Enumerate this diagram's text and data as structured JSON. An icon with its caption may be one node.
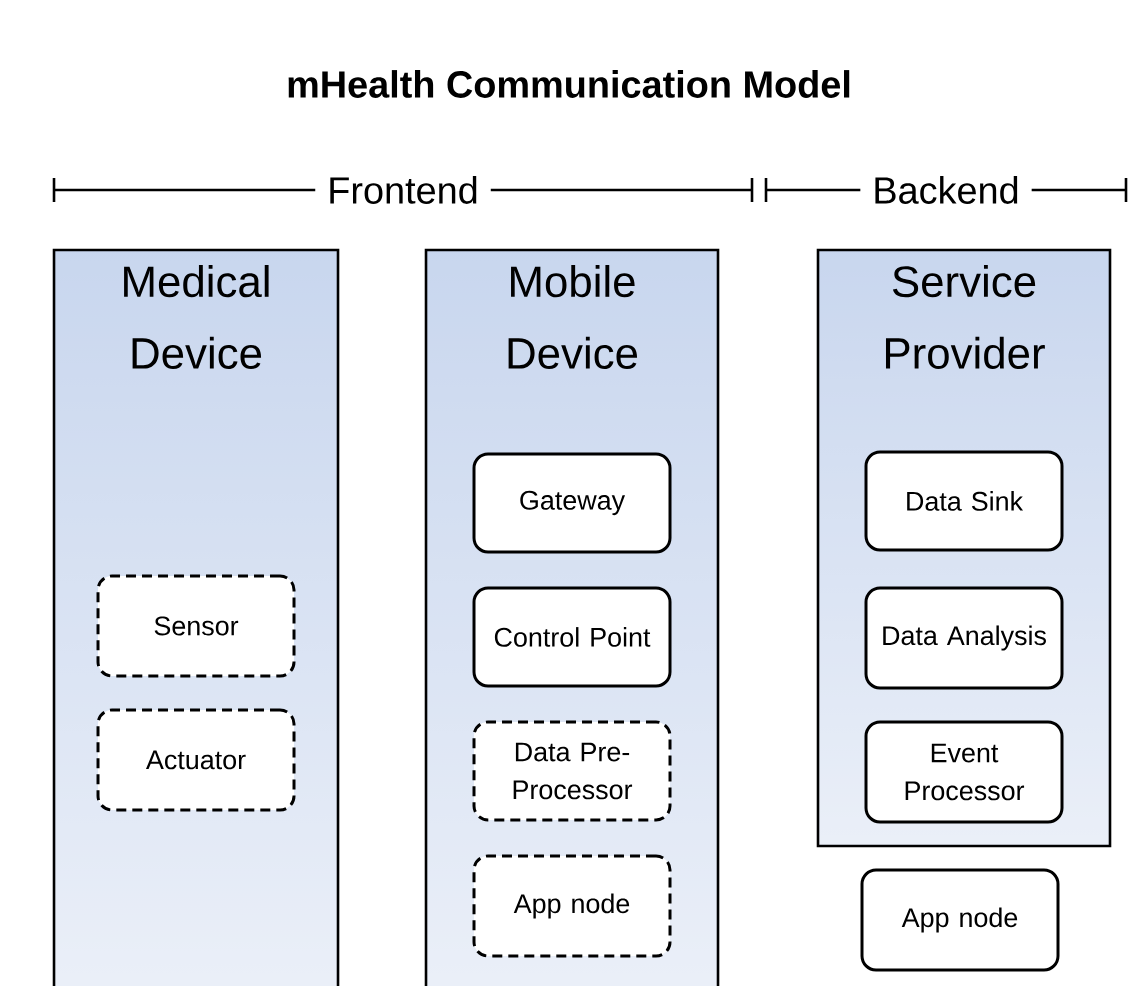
{
  "diagram": {
    "title": "mHealth Communication Model",
    "nodes": [
      {
        "text": [
          "Medical Device"
        ]
      },
      {
        "text": [
          "Sensor"
        ],
        "in": 0
      },
      {
        "text": [
          "Actuator"
        ],
        "in": 0
      },
      {
        "text": [
          "Mobile Device"
        ]
      },
      {
        "text": [
          "Gateway"
        ],
        "in": 3
      },
      {
        "text": [
          "Control Point"
        ],
        "in": 3
      },
      {
        "text": [
          "Data Pre-Processor"
        ],
        "in": 3
      },
      {
        "text": [
          "App node"
        ],
        "in": 3
      },
      {
        "text": [
          "Service Provider"
        ]
      },
      {
        "text": [
          "Data Sink"
        ],
        "in": 8
      },
      {
        "text": [
          "Data Analysis"
        ],
        "in": 8
      },
      {
        "text": [
          "Event Processor"
        ],
        "in": 8
      },
      {
        "text": [
          "App node"
        ]
      }
    ],
    "labels": [
      "Frontend",
      "Backend"
    ]
  }
}
